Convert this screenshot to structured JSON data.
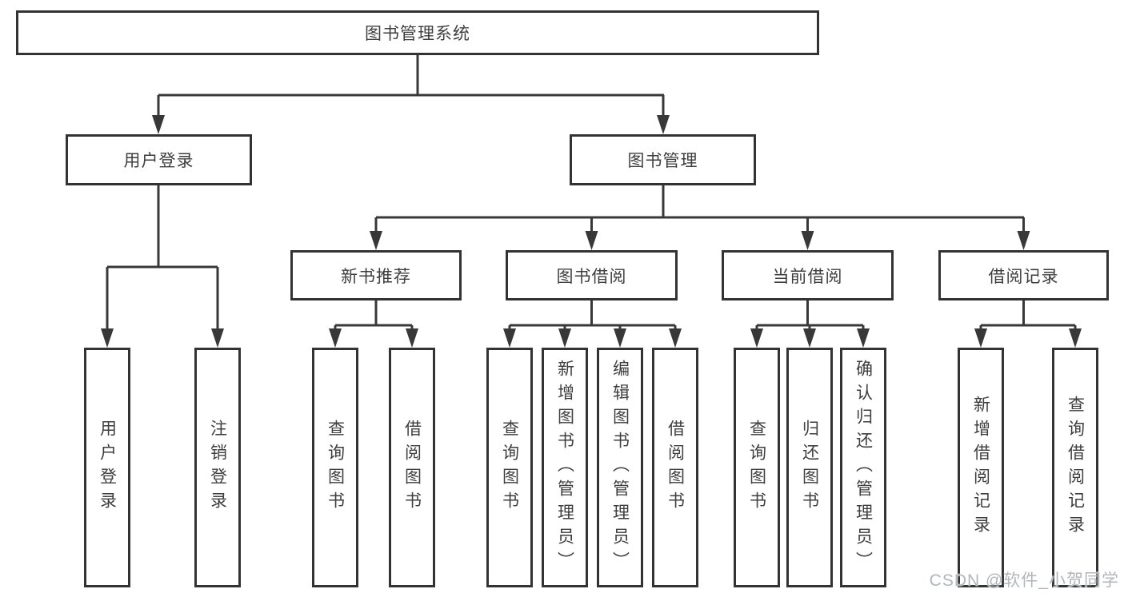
{
  "diagram": {
    "root": "图书管理系统",
    "branches": [
      {
        "label": "用户登录",
        "children": [
          {
            "label": "用户登录"
          },
          {
            "label": "注销登录"
          }
        ]
      },
      {
        "label": "图书管理",
        "children": [
          {
            "label": "新书推荐",
            "children": [
              {
                "label": "查询图书"
              },
              {
                "label": "借阅图书"
              }
            ]
          },
          {
            "label": "图书借阅",
            "children": [
              {
                "label": "查询图书"
              },
              {
                "label": "新增图书（管理员）"
              },
              {
                "label": "编辑图书（管理员）"
              },
              {
                "label": "借阅图书"
              }
            ]
          },
          {
            "label": "当前借阅",
            "children": [
              {
                "label": "查询图书"
              },
              {
                "label": "归还图书"
              },
              {
                "label": "确认归还（管理员）"
              }
            ]
          },
          {
            "label": "借阅记录",
            "children": [
              {
                "label": "新增借阅记录"
              },
              {
                "label": "查询借阅记录"
              }
            ]
          }
        ]
      }
    ]
  },
  "watermark": {
    "text": "CSDN @软件_小贺同学",
    "color": "#b2b6ba"
  },
  "colors": {
    "line": "#383838",
    "box_border": "#333333",
    "text": "#3e3e3e",
    "background": "#ffffff"
  }
}
